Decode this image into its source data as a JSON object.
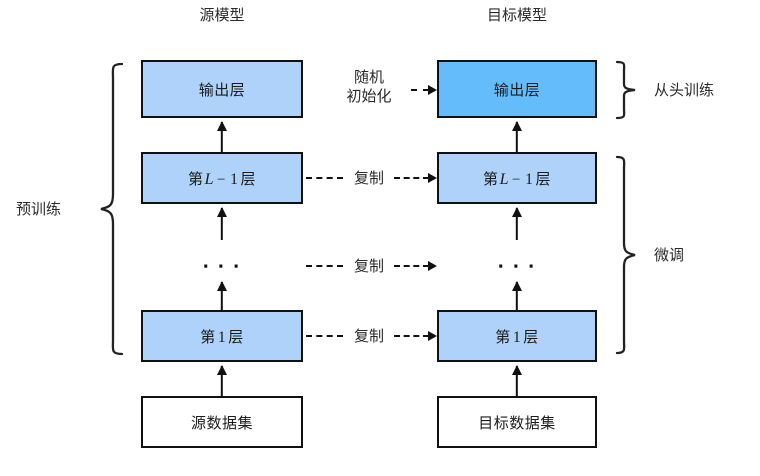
{
  "figure": {
    "title_source": "源模型",
    "title_target": "目标模型"
  },
  "source_column": {
    "boxes": [
      {
        "id": "source-output-layer",
        "label": "输出层",
        "shade": "light",
        "kind": "layer"
      },
      {
        "id": "source-layer-L-1",
        "label_parts": {
          "prefix": "第",
          "var": "L",
          "op": "−",
          "num": "1",
          "suffix": "层"
        },
        "shade": "light",
        "kind": "layer"
      },
      {
        "id": "source-ellipsis",
        "label": "⋅ ⋅ ⋅",
        "shade": "none",
        "kind": "ellipsis"
      },
      {
        "id": "source-layer-1",
        "label_parts": {
          "prefix": "第",
          "num": "1",
          "suffix": "层"
        },
        "shade": "light",
        "kind": "layer"
      },
      {
        "id": "source-dataset",
        "label": "源数据集",
        "shade": "plain",
        "kind": "dataset"
      }
    ]
  },
  "target_column": {
    "boxes": [
      {
        "id": "target-output-layer",
        "label": "输出层",
        "shade": "dark",
        "kind": "layer"
      },
      {
        "id": "target-layer-L-1",
        "label_parts": {
          "prefix": "第",
          "var": "L",
          "op": "−",
          "num": "1",
          "suffix": "层"
        },
        "shade": "light",
        "kind": "layer"
      },
      {
        "id": "target-ellipsis",
        "label": "⋅ ⋅ ⋅",
        "shade": "none",
        "kind": "ellipsis"
      },
      {
        "id": "target-layer-1",
        "label_parts": {
          "prefix": "第",
          "num": "1",
          "suffix": "层"
        },
        "shade": "light",
        "kind": "layer"
      },
      {
        "id": "target-dataset",
        "label": "目标数据集",
        "shade": "plain",
        "kind": "dataset"
      }
    ]
  },
  "connectors": {
    "random_init": {
      "line1": "随机",
      "line2": "初始化"
    },
    "copy_L_1": "复制",
    "copy_dots": "复制",
    "copy_layer_1": "复制"
  },
  "braces": {
    "pretrain": "预训练",
    "train_from_scratch": "从头训练",
    "finetune": "微调"
  },
  "colors": {
    "layer_light": "#aed2fa",
    "layer_dark": "#64bcfa",
    "box_border": "#111111",
    "text": "#1c1c1c",
    "background": "#ffffff"
  }
}
